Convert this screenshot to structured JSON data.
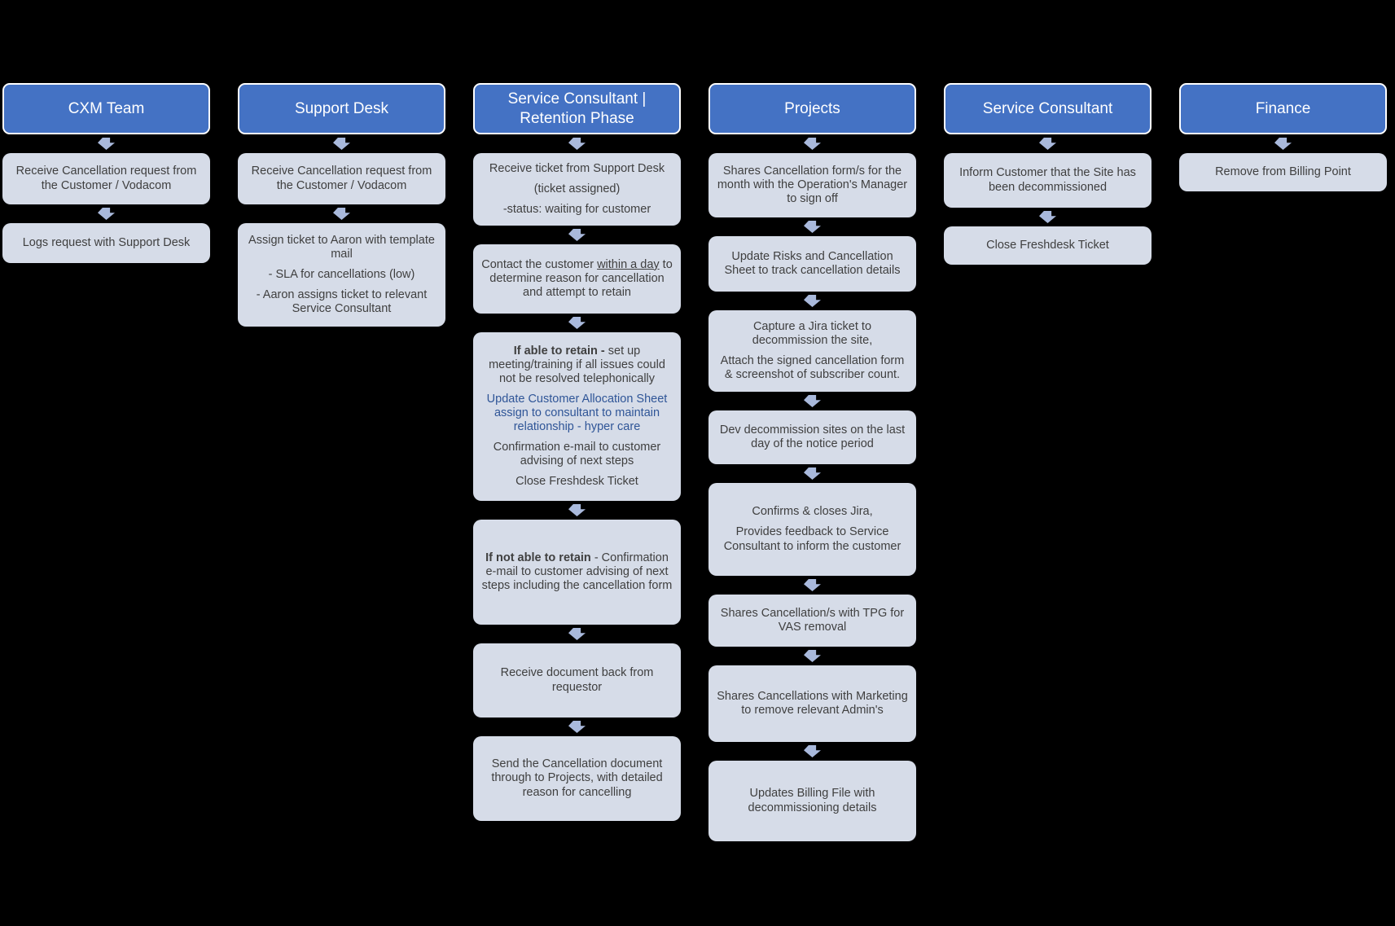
{
  "colors": {
    "background": "#000000",
    "header_bg": "#4472C4",
    "header_border": "#FFFFFF",
    "header_text": "#FFFFFF",
    "node_bg": "#D6DCE8",
    "node_text": "#3F3F3F",
    "accent_text": "#2F5597",
    "arrow": "#A9B9DC"
  },
  "columns": [
    {
      "header": "CXM Team",
      "nodes": [
        {
          "paragraphs": [
            [
              {
                "text": "Receive Cancellation request from the Customer / Vodacom"
              }
            ]
          ]
        },
        {
          "paragraphs": [
            [
              {
                "text": "Logs request with Support Desk"
              }
            ]
          ]
        }
      ]
    },
    {
      "header": "Support Desk",
      "nodes": [
        {
          "paragraphs": [
            [
              {
                "text": "Receive Cancellation request from the Customer / Vodacom"
              }
            ]
          ]
        },
        {
          "paragraphs": [
            [
              {
                "text": "Assign ticket to Aaron with template mail"
              }
            ],
            [
              {
                "text": "- SLA for cancellations (low)"
              }
            ],
            [
              {
                "text": "- Aaron assigns ticket to relevant Service Consultant"
              }
            ]
          ]
        }
      ]
    },
    {
      "header": "Service Consultant | Retention Phase",
      "nodes": [
        {
          "paragraphs": [
            [
              {
                "text": "Receive ticket from Support Desk"
              }
            ],
            [
              {
                "text": "(ticket assigned)"
              }
            ],
            [
              {
                "text": "-status: waiting for customer"
              }
            ]
          ]
        },
        {
          "paragraphs": [
            [
              {
                "text": "Contact the customer "
              },
              {
                "text": "within a day",
                "underline": true
              },
              {
                "text": " to determine reason for cancellation and attempt to retain"
              }
            ]
          ]
        },
        {
          "paragraphs": [
            [
              {
                "text": "If able to retain - ",
                "bold": true
              },
              {
                "text": "set up meeting/training if all issues could not be resolved telephonically"
              }
            ],
            [
              {
                "text": "Update Customer Allocation Sheet assign to consultant to maintain relationship - hyper care",
                "accent": true
              }
            ],
            [
              {
                "text": "Confirmation e-mail to customer advising of next steps"
              }
            ],
            [
              {
                "text": "Close Freshdesk Ticket"
              }
            ]
          ]
        },
        {
          "paragraphs": [
            [
              {
                "text": "If not able to retain",
                "bold": true
              },
              {
                "text": " - Confirmation e-mail to customer advising of next steps including the cancellation form"
              }
            ]
          ]
        },
        {
          "paragraphs": [
            [
              {
                "text": "Receive document back from requestor"
              }
            ]
          ]
        },
        {
          "paragraphs": [
            [
              {
                "text": "Send the Cancellation document through to Projects, with detailed reason for cancelling"
              }
            ]
          ]
        }
      ]
    },
    {
      "header": "Projects",
      "nodes": [
        {
          "paragraphs": [
            [
              {
                "text": "Shares Cancellation form/s for the month with the Operation's Manager to sign off"
              }
            ]
          ]
        },
        {
          "paragraphs": [
            [
              {
                "text": "Update Risks and Cancellation Sheet to track cancellation details"
              }
            ]
          ]
        },
        {
          "paragraphs": [
            [
              {
                "text": "Capture a Jira ticket to decommission the site,"
              }
            ],
            [
              {
                "text": "Attach the signed cancellation form & screenshot of subscriber count."
              }
            ]
          ]
        },
        {
          "paragraphs": [
            [
              {
                "text": "Dev decommission sites on the last day of the notice period"
              }
            ]
          ]
        },
        {
          "paragraphs": [
            [
              {
                "text": "Confirms & closes Jira,"
              }
            ],
            [
              {
                "text": "Provides feedback to Service Consultant to inform the customer"
              }
            ]
          ]
        },
        {
          "paragraphs": [
            [
              {
                "text": "Shares Cancellation/s with TPG for VAS removal"
              }
            ]
          ]
        },
        {
          "paragraphs": [
            [
              {
                "text": "Shares Cancellations with Marketing to remove relevant Admin's"
              }
            ]
          ]
        },
        {
          "paragraphs": [
            [
              {
                "text": "Updates Billing File with decommissioning details"
              }
            ]
          ]
        }
      ]
    },
    {
      "header": "Service Consultant",
      "nodes": [
        {
          "paragraphs": [
            [
              {
                "text": "Inform Customer that the Site has been decommissioned"
              }
            ]
          ]
        },
        {
          "paragraphs": [
            [
              {
                "text": "Close Freshdesk Ticket"
              }
            ]
          ]
        }
      ]
    },
    {
      "header": "Finance",
      "nodes": [
        {
          "paragraphs": [
            [
              {
                "text": "Remove from Billing Point"
              }
            ]
          ]
        }
      ]
    }
  ]
}
